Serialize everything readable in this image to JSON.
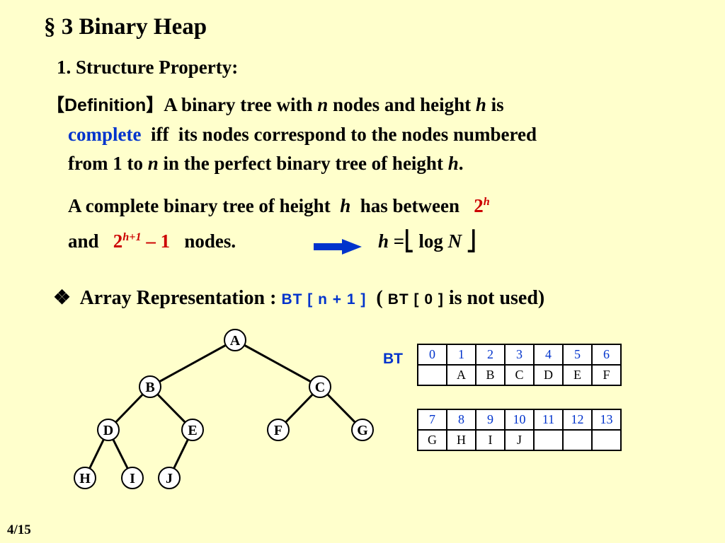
{
  "slide": {
    "title": "§ 3  Binary Heap",
    "subtitle": "1. Structure Property:",
    "definition": {
      "tag": "【Definition】",
      "l1a": "A binary tree with ",
      "n1": "n",
      "l1b": " nodes and height ",
      "h1": "h",
      "l1c": " is",
      "complete": "complete",
      "l2": "  iff  its nodes correspond to the nodes numbered",
      "l3a": "from 1 to ",
      "n2": "n",
      "l3b": " in the perfect binary tree of height ",
      "h2": "h",
      "l3c": "."
    },
    "bounds": {
      "a": "A complete binary tree of height  ",
      "h": "h",
      "b": "  has between   ",
      "lower_base": "2",
      "lower_exp": "h",
      "and": "and   ",
      "upper_base": "2",
      "upper_exp": "h+1",
      "upper_rest": " – 1",
      "nodes": "   nodes."
    },
    "formula": {
      "h": "h",
      "eq": " =⎣ log ",
      "N": "N",
      "end": " ⎦"
    },
    "array_rep": {
      "bullet": "❖",
      "label": "  Array Representation : ",
      "code": "BT [ n + 1 ]",
      "paren_open": "  ( ",
      "code2": "BT [ 0 ]",
      "rest": " is not used)"
    },
    "page": "4/15"
  },
  "tree": {
    "nodes": [
      "A",
      "B",
      "C",
      "D",
      "E",
      "F",
      "G",
      "H",
      "I",
      "J"
    ]
  },
  "array": {
    "label": "BT",
    "row1_idx": [
      "0",
      "1",
      "2",
      "3",
      "4",
      "5",
      "6"
    ],
    "row1_val": [
      "",
      "A",
      "B",
      "C",
      "D",
      "E",
      "F"
    ],
    "row2_idx": [
      "7",
      "8",
      "9",
      "10",
      "11",
      "12",
      "13"
    ],
    "row2_val": [
      "G",
      "H",
      "I",
      "J",
      "",
      "",
      ""
    ]
  },
  "colors": {
    "background": "#ffffcc",
    "blue": "#0033cc",
    "red": "#cc0000"
  }
}
